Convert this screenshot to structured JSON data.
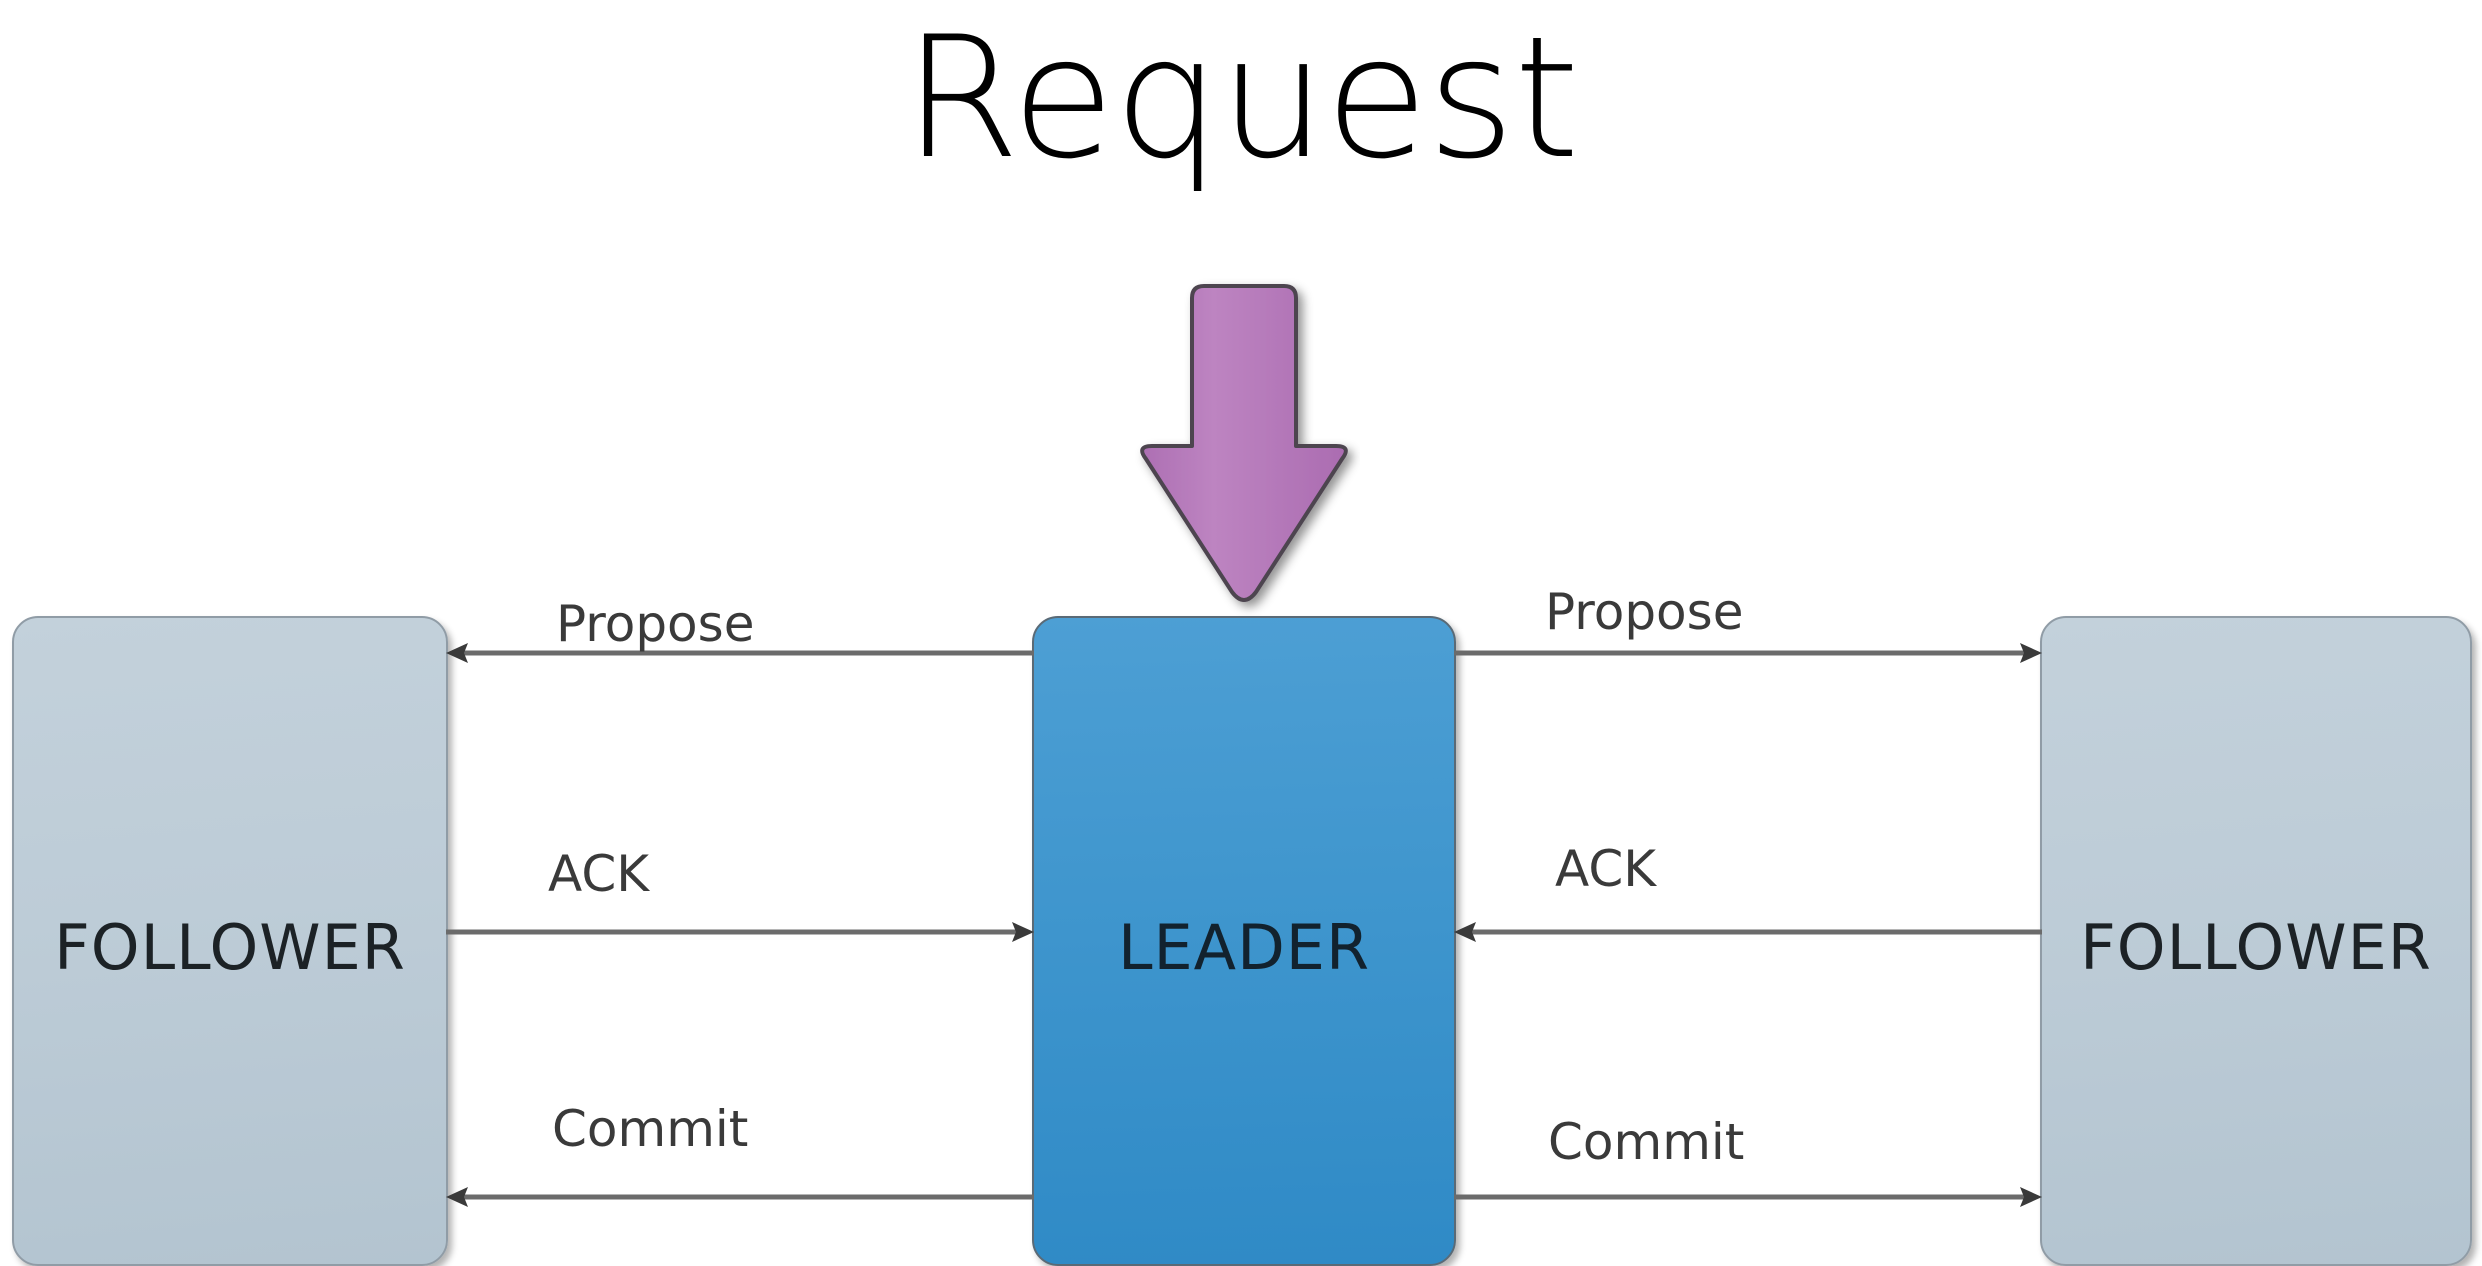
{
  "diagram": {
    "title": "Request",
    "background_color": "#ffffff",
    "nodes": [
      {
        "id": "follower-left",
        "label": "FOLLOWER",
        "role": "follower",
        "fill_color": "#bdccd7",
        "border_color": "#909ca6"
      },
      {
        "id": "leader",
        "label": "LEADER",
        "role": "leader",
        "fill_color": "#3e95cd",
        "border_color": "#5a6a76"
      },
      {
        "id": "follower-right",
        "label": "FOLLOWER",
        "role": "follower",
        "fill_color": "#bdccd7",
        "border_color": "#909ca6"
      }
    ],
    "request_arrow": {
      "name": "request-arrow",
      "direction": "down",
      "fill_color": "#b878bd",
      "stroke_color": "#4d4450",
      "target": "leader"
    },
    "flows": [
      {
        "id": "propose-left",
        "label": "Propose",
        "from": "leader",
        "to": "follower-left",
        "direction": "left",
        "row": "propose"
      },
      {
        "id": "ack-left",
        "label": "ACK",
        "from": "follower-left",
        "to": "leader",
        "direction": "right",
        "row": "ack"
      },
      {
        "id": "commit-left",
        "label": "Commit",
        "from": "leader",
        "to": "follower-left",
        "direction": "left",
        "row": "commit"
      },
      {
        "id": "propose-right",
        "label": "Propose",
        "from": "leader",
        "to": "follower-right",
        "direction": "right",
        "row": "propose"
      },
      {
        "id": "ack-right",
        "label": "ACK",
        "from": "follower-right",
        "to": "leader",
        "direction": "left",
        "row": "ack"
      },
      {
        "id": "commit-right",
        "label": "Commit",
        "from": "leader",
        "to": "follower-right",
        "direction": "right",
        "row": "commit"
      }
    ],
    "line_color": "#6b6b6b"
  }
}
